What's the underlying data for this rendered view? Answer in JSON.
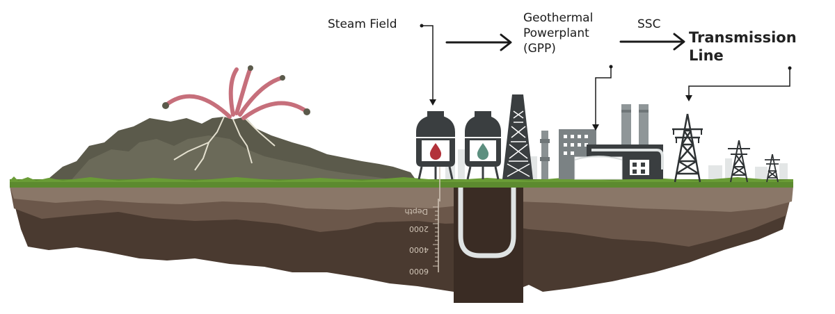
{
  "labels": {
    "steam_field": "Steam Field",
    "gpp": "Geothermal\nPowerplant\n(GPP)",
    "ssc": "SSC",
    "transmission_line": "Transmission\nLine"
  },
  "depth_scale": {
    "title": "Depth",
    "ticks": [
      "2000",
      "4000",
      "6000"
    ]
  },
  "colors": {
    "grass": "#5c8a2f",
    "soil_dark": "#4a3a30",
    "soil_mid": "#6b574a",
    "soil_light": "#8a7768",
    "mountain": "#5b5a4b",
    "lava": "#c66f7b",
    "tank": "#3a3e40",
    "building": "#6f7678",
    "pipe": "#dfe3e3",
    "arrow": "#1a1a1a"
  }
}
